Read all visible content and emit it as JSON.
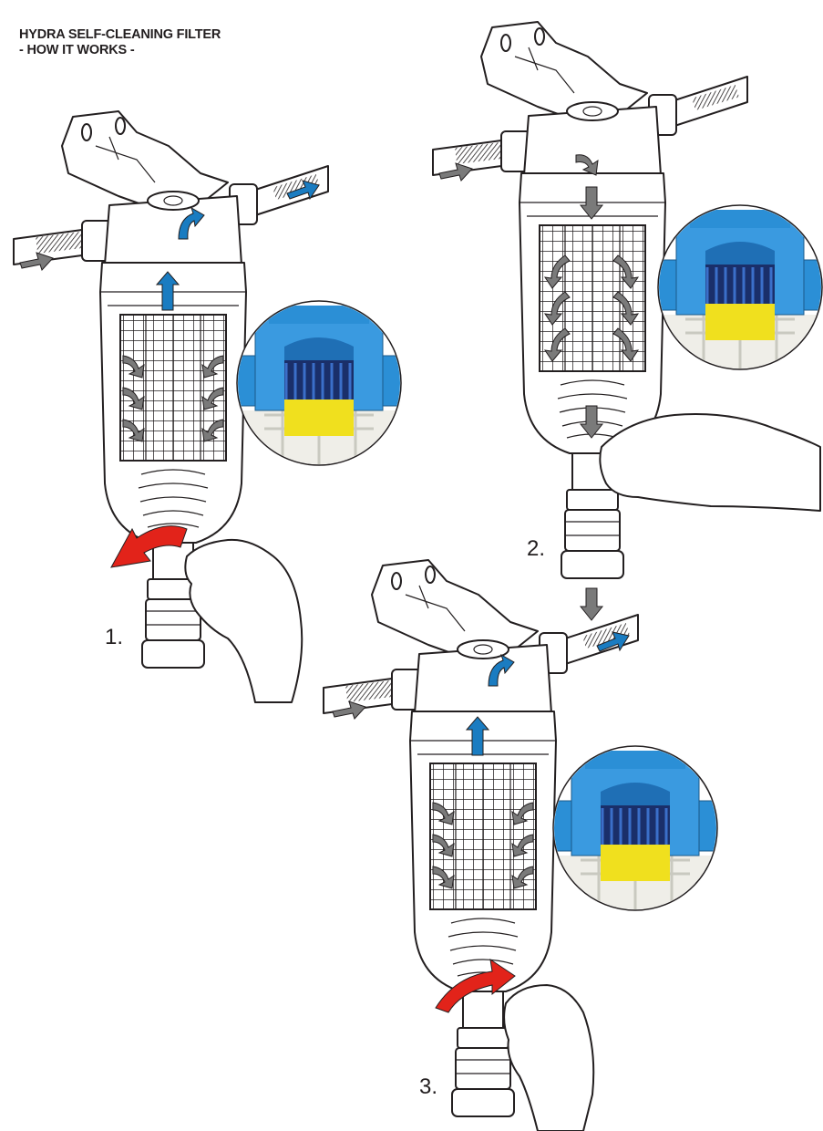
{
  "header": {
    "title_line1": "HYDRA SELF-CLEANING FILTER",
    "title_line2": "- HOW IT WORKS -"
  },
  "steps": [
    {
      "label": "1.",
      "action": "open-valve"
    },
    {
      "label": "2.",
      "action": "flush"
    },
    {
      "label": "3.",
      "action": "close-valve"
    }
  ],
  "colors": {
    "flow_arrow": "#1a7cc1",
    "debris_arrow": "#7a7a7a",
    "turn_arrow": "#e2231a",
    "housing_blue": "#2b8fd6",
    "cartridge_yellow": "#f0e01e",
    "line": "#231f20"
  }
}
